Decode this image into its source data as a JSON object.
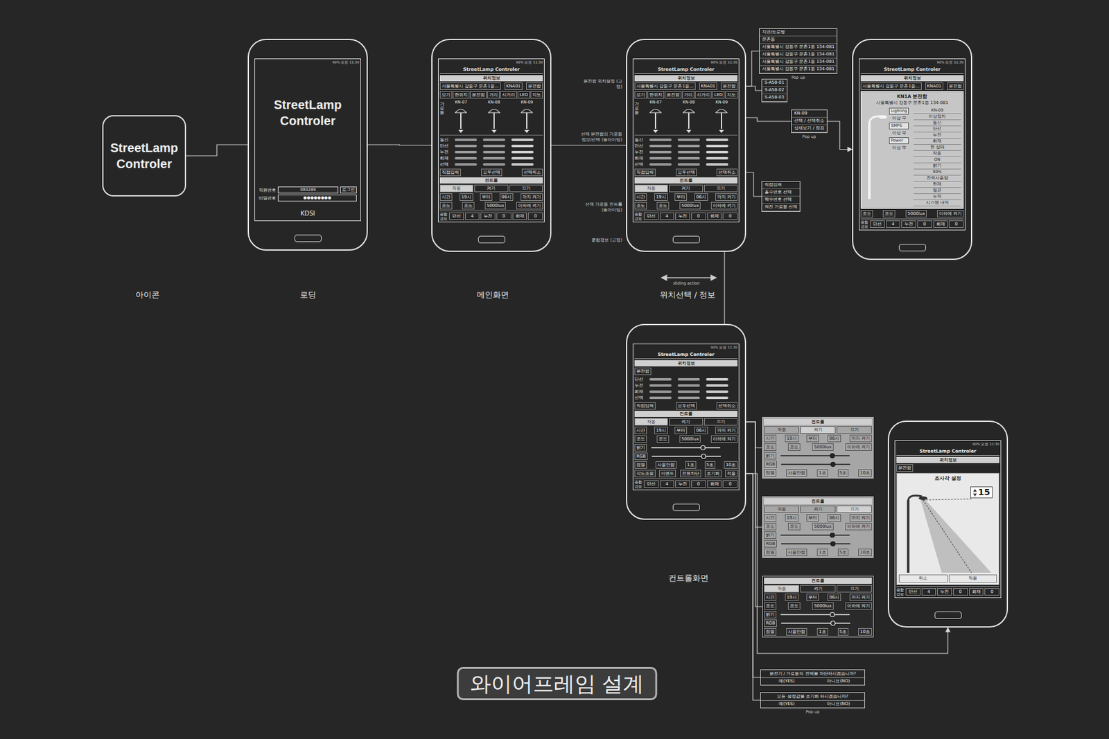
{
  "diagram": {
    "title": "와이어프레임 설계",
    "nodes": [
      {
        "text": [
          "StreetLamp Controler"
        ]
      },
      {
        "text": [
          "90% 오전 11:30",
          "StreetLamp Controler",
          "KDSI"
        ]
      },
      {
        "text": [
          "직원번호",
          "083249",
          "로그인"
        ],
        "in": 1
      },
      {
        "text": [
          "비밀번호",
          "●●●●●●●●"
        ],
        "in": 1
      },
      {
        "text": [
          "90% 오전 11:30",
          "StreetLamp Controler"
        ]
      },
      {
        "text": [
          "위치정보"
        ],
        "in": 4
      },
      {
        "text": [
          "서울특별시 강동구 문촌1동...",
          "KNA01",
          "분전함"
        ],
        "in": 4
      },
      {
        "text": [
          "보기",
          "한위치",
          "분전함",
          "거리",
          "시거리",
          "LED",
          "지도"
        ],
        "in": 4
      },
      {
        "text": [
          "가로등",
          "KN-07",
          "KN-08",
          "KN-09"
        ],
        "in": 4
      },
      {
        "text": [
          "통신",
          "단선",
          "누전",
          "화재",
          "선택"
        ],
        "in": 4
      },
      {
        "text": [
          "직접입력",
          "모두선택",
          "선택취소"
        ],
        "in": 4
      },
      {
        "text": [
          "컨트롤"
        ],
        "in": 4
      },
      {
        "text": [
          "자동",
          "켜기",
          "끄기"
        ],
        "in": 4
      },
      {
        "text": [
          "시간",
          "19시",
          "부터",
          "06시",
          "까지 켜기"
        ],
        "in": 4
      },
      {
        "text": [
          "조도",
          "조도",
          "5000lux",
          "이하에 켜기"
        ],
        "in": 4
      },
      {
        "text": [
          "종합 경보",
          "단선",
          "4",
          "누전",
          "0",
          "화재",
          "0"
        ],
        "in": 4
      },
      {
        "text": [
          "90% 오전 11:30",
          "StreetLamp Controler"
        ]
      },
      {
        "text": [
          "위치정보"
        ],
        "in": 16
      },
      {
        "text": [
          "서울특별시 강동구 문촌1동...",
          "KNA01",
          "분전함"
        ],
        "in": 16
      },
      {
        "text": [
          "보기",
          "한위치",
          "분전함",
          "거리",
          "시거리",
          "LED",
          "지도"
        ],
        "in": 16
      },
      {
        "text": [
          "가로등",
          "KN-07",
          "KN-08",
          "KN-09"
        ],
        "in": 16
      },
      {
        "text": [
          "통신",
          "단선",
          "누전",
          "화재",
          "선택"
        ],
        "in": 16
      },
      {
        "text": [
          "직접입력",
          "모두선택",
          "선택취소"
        ],
        "in": 16
      },
      {
        "text": [
          "컨트롤"
        ],
        "in": 16
      },
      {
        "text": [
          "자동",
          "켜기",
          "끄기"
        ],
        "in": 16
      },
      {
        "text": [
          "시간",
          "19시",
          "부터",
          "06시",
          "까지 켜기"
        ],
        "in": 16
      },
      {
        "text": [
          "조도",
          "조도",
          "5000lux",
          "이하에 켜기"
        ],
        "in": 16
      },
      {
        "text": [
          "종합 경보",
          "단선",
          "4",
          "누전",
          "0",
          "화재",
          "0"
        ],
        "in": 16
      },
      {
        "text": [
          "지번/도로명",
          "문촌동",
          "서울특별시 강동구 문촌1동 134-081",
          "서울특별시 강동구 문촌1동 134-081",
          "서울특별시 강동구 문촌1동 134-081",
          "서울특별시 강동구 문촌1동 134-081"
        ]
      },
      {
        "text": [
          "S-A58-01",
          "S-A58-02",
          "S-A58-03"
        ]
      },
      {
        "text": [
          "KN-09",
          "선택 / 선택취소",
          "상세보기 / 점검"
        ]
      },
      {
        "text": [
          "직접입력",
          "홀수번호 선택",
          "짝수번호 선택",
          "켜진 가로등 선택"
        ]
      },
      {
        "text": [
          "90% 오전 11:30",
          "StreetLamp Controler"
        ]
      },
      {
        "text": [
          "위치정보"
        ],
        "in": 32
      },
      {
        "text": [
          "서울특별시 강동구 문촌1동...",
          "KNA01",
          "분전함"
        ],
        "in": 32
      },
      {
        "text": [
          "KN1A 분전함",
          "서울특별시 강동구 문촌1동 134-081"
        ],
        "in": 32
      },
      {
        "text": [
          "Lighting",
          "이상 무",
          "SMPS",
          "이상 무",
          "Power",
          "이상 무"
        ],
        "in": 35
      },
      {
        "text": [
          "KN-09",
          "이상장치",
          "통신",
          "단선",
          "누전",
          "화재",
          "현 상태",
          "작동",
          "ON",
          "밝기",
          "80%",
          "전력사용량",
          "현재",
          "평균",
          "누적",
          "시스템 내역"
        ],
        "in": 35
      },
      {
        "text": [
          "조도",
          "조도",
          "5000lux",
          "이하에 켜기"
        ],
        "in": 32
      },
      {
        "text": [
          "종합 경보",
          "단선",
          "4",
          "누전",
          "0",
          "화재",
          "0"
        ],
        "in": 32
      },
      {
        "text": [
          "90% 오전 11:30",
          "StreetLamp Controler"
        ]
      },
      {
        "text": [
          "위치정보"
        ],
        "in": 40
      },
      {
        "text": [
          "분전함"
        ],
        "in": 40
      },
      {
        "text": [
          "단선",
          "누전",
          "화재",
          "선택"
        ],
        "in": 40
      },
      {
        "text": [
          "직접입력",
          "모두선택",
          "선택취소"
        ],
        "in": 40
      },
      {
        "text": [
          "컨트롤"
        ],
        "in": 40
      },
      {
        "text": [
          "자동",
          "켜기",
          "끄기"
        ],
        "in": 40
      },
      {
        "text": [
          "시간",
          "19시",
          "부터",
          "06시",
          "까지 켜기"
        ],
        "in": 40
      },
      {
        "text": [
          "조도",
          "조도",
          "5000lux",
          "이하에 켜기"
        ],
        "in": 40
      },
      {
        "text": [
          "밝기"
        ],
        "in": 40
      },
      {
        "text": [
          "RGB"
        ],
        "in": 40
      },
      {
        "text": [
          "점멸",
          "사용안함",
          "1초",
          "5초",
          "10초"
        ],
        "in": 40
      },
      {
        "text": [
          "각도조절",
          "이벤트",
          "전원차단",
          "초기화",
          "적용"
        ],
        "in": 40
      },
      {
        "text": [
          "종합 경보",
          "단선",
          "4",
          "누전",
          "0",
          "화재",
          "0"
        ],
        "in": 40
      },
      {
        "text": [
          "컨트롤"
        ]
      },
      {
        "text": [
          "자동",
          "켜기",
          "끄기"
        ],
        "in": 54
      },
      {
        "text": [
          "시간",
          "19시",
          "부터",
          "06시",
          "까지 켜기"
        ],
        "in": 54
      },
      {
        "text": [
          "조도",
          "조도",
          "5000lux",
          "이하에 켜기"
        ],
        "in": 54
      },
      {
        "text": [
          "밝기"
        ],
        "in": 54
      },
      {
        "text": [
          "RGB"
        ],
        "in": 54
      },
      {
        "text": [
          "점멸",
          "사용안함",
          "1초",
          "5초",
          "10초"
        ],
        "in": 54
      },
      {
        "text": [
          "컨트롤"
        ]
      },
      {
        "text": [
          "자동",
          "켜기",
          "끄기"
        ],
        "in": 61
      },
      {
        "text": [
          "시간",
          "19시",
          "부터",
          "06시",
          "까지 켜기"
        ],
        "in": 61
      },
      {
        "text": [
          "조도",
          "조도",
          "5000lux",
          "이하에 켜기"
        ],
        "in": 61
      },
      {
        "text": [
          "밝기"
        ],
        "in": 61
      },
      {
        "text": [
          "RGB"
        ],
        "in": 61
      },
      {
        "text": [
          "점멸",
          "사용안함",
          "1초",
          "5초",
          "10초"
        ],
        "in": 61
      },
      {
        "text": [
          "컨트롤"
        ]
      },
      {
        "text": [
          "자동",
          "켜기",
          "끄기"
        ],
        "in": 68
      },
      {
        "text": [
          "시간",
          "19시",
          "부터",
          "06시",
          "까지 켜기"
        ],
        "in": 68
      },
      {
        "text": [
          "조도",
          "조도",
          "5000lux",
          "이하에 켜기"
        ],
        "in": 68
      },
      {
        "text": [
          "밝기"
        ],
        "in": 68
      },
      {
        "text": [
          "RGB"
        ],
        "in": 68
      },
      {
        "text": [
          "점멸",
          "사용안함",
          "1초",
          "5초",
          "10초"
        ],
        "in": 68
      },
      {
        "text": [
          "분전기 / 가로등의 전력을 차단하시겠습니까?",
          "예(YES)",
          "아니요(NO)"
        ]
      },
      {
        "text": [
          "모든 설정값을 초기화 하시겠습니까?",
          "예(YES)",
          "아니요(NO)"
        ]
      },
      {
        "text": [
          "90% 오전 11:30",
          "StreetLamp Controler"
        ]
      },
      {
        "text": [
          "위치정보"
        ],
        "in": 77
      },
      {
        "text": [
          "분전함"
        ],
        "in": 77
      },
      {
        "text": [
          "조사각 설정",
          "15",
          "취소",
          "적용"
        ],
        "in": 77
      },
      {
        "text": [
          "종합 경보",
          "단선",
          "4",
          "누전",
          "0",
          "화재",
          "0"
        ],
        "in": 77
      }
    ],
    "edges": [
      {
        "from": 0,
        "to": 1,
        "arrow": "none"
      },
      {
        "from": 1,
        "to": 4,
        "arrow": "none"
      },
      {
        "from": 4,
        "to": 16,
        "arrow": "none"
      },
      {
        "from": 16,
        "to": 40,
        "arrow": "none"
      },
      {
        "from": 18,
        "to": 28,
        "arrow": "none"
      },
      {
        "from": 18,
        "to": 29,
        "arrow": "none"
      },
      {
        "from": 20,
        "to": 30,
        "arrow": "none"
      },
      {
        "from": 22,
        "to": 31,
        "arrow": "none"
      },
      {
        "from": 30,
        "to": 32,
        "arrow": "to"
      },
      {
        "from": 46,
        "to": 54,
        "arrow": "none"
      },
      {
        "from": 46,
        "to": 61,
        "arrow": "none"
      },
      {
        "from": 46,
        "to": 68,
        "arrow": "none"
      },
      {
        "from": 52,
        "to": 75,
        "arrow": "none"
      },
      {
        "from": 52,
        "to": 76,
        "arrow": "none"
      },
      {
        "from": 52,
        "to": 77,
        "arrow": "to"
      }
    ],
    "labels": [
      "아이콘",
      "로딩",
      "메인화면",
      "위치선택 / 정보",
      "컨트롤화면",
      "분전함 위치설정 (고정)",
      "선택 분전함의 가로등 정보/선택 (슬라이딩)",
      "선택 가로등 컨트롤 (슬라이딩)",
      "종합경보 (고정)",
      "sliding action",
      "Pop up",
      "Pop up",
      "Pop up"
    ]
  }
}
